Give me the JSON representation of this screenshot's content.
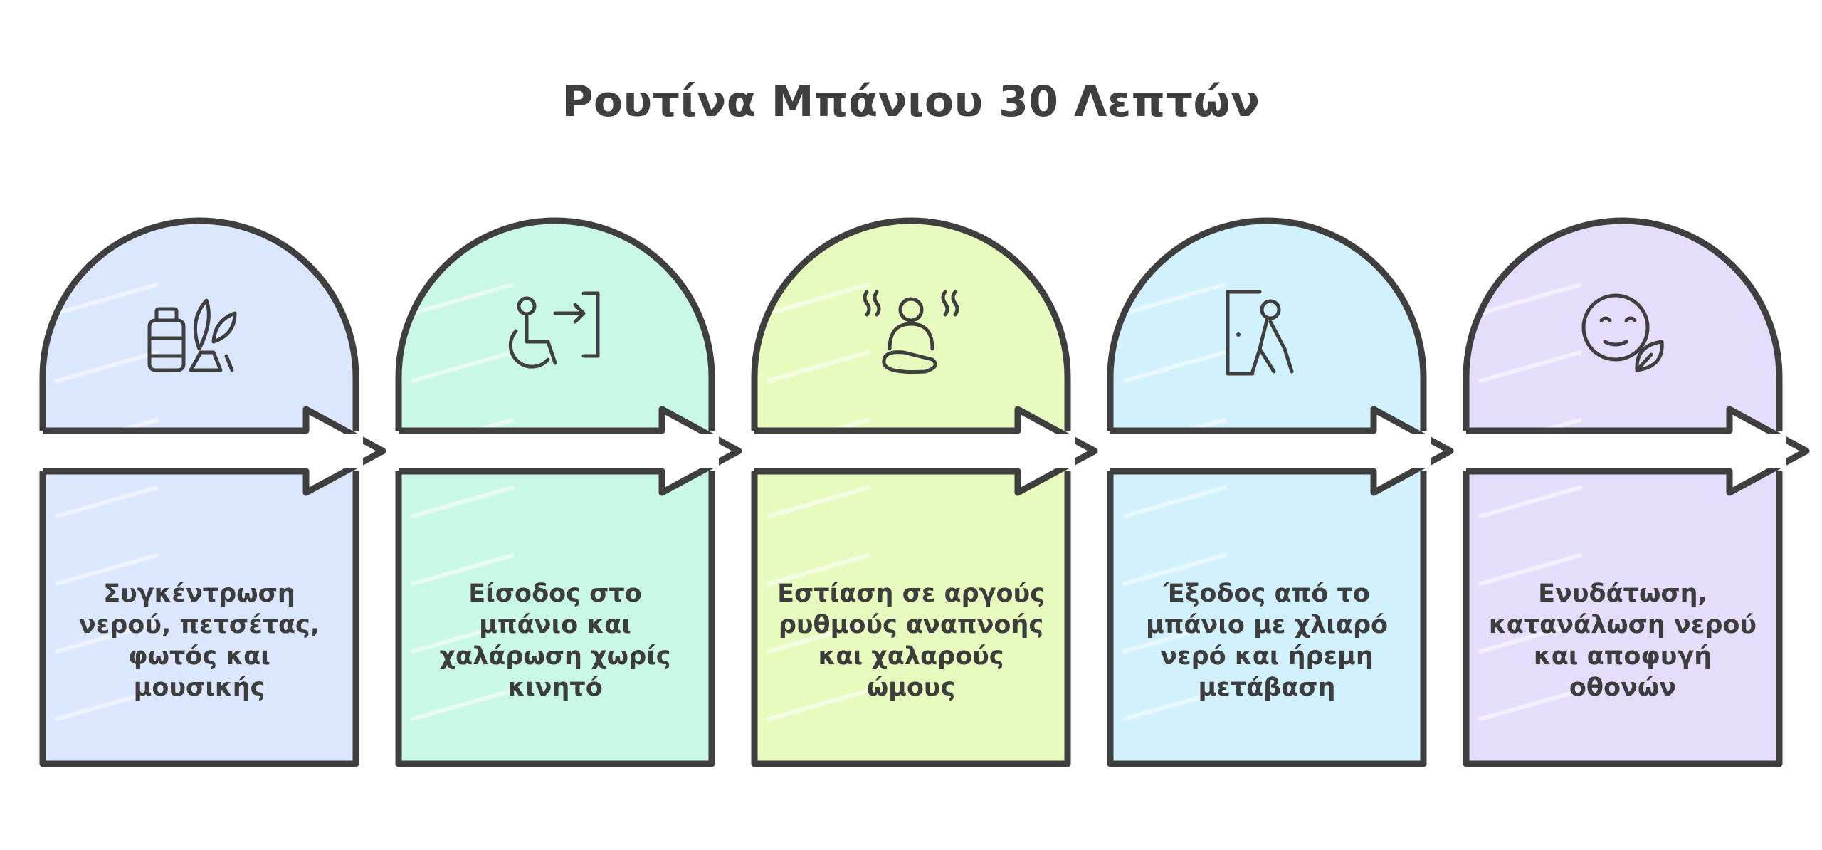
{
  "title": "Ρουτίνα Μπάνιου 30 Λεπτών",
  "steps": [
    {
      "icon": "supplies-icon",
      "color": "#dbe7ff",
      "lines": [
        "Συγκέντρωση",
        "νερού, πετσέτας,",
        "φωτός και",
        "μουσικής"
      ]
    },
    {
      "icon": "enter-bath-icon",
      "color": "#c9f8e4",
      "lines": [
        "Είσοδος στο",
        "μπάνιο και",
        "χαλάρωση χωρίς",
        "κινητό"
      ]
    },
    {
      "icon": "breathing-icon",
      "color": "#e8fbbf",
      "lines": [
        "Εστίαση σε αργούς",
        "ρυθμούς αναπνοής",
        "και χαλαρούς",
        "ώμους"
      ]
    },
    {
      "icon": "exit-door-icon",
      "color": "#d0f1fd",
      "lines": [
        "Έξοδος από το",
        "μπάνιο με χλιαρό",
        "νερό και ήρεμη",
        "μετάβαση"
      ]
    },
    {
      "icon": "hydration-icon",
      "color": "#e4defc",
      "lines": [
        "Ενυδάτωση,",
        "κατανάλωση νερού",
        "και αποφυγή",
        "οθονών"
      ]
    }
  ]
}
